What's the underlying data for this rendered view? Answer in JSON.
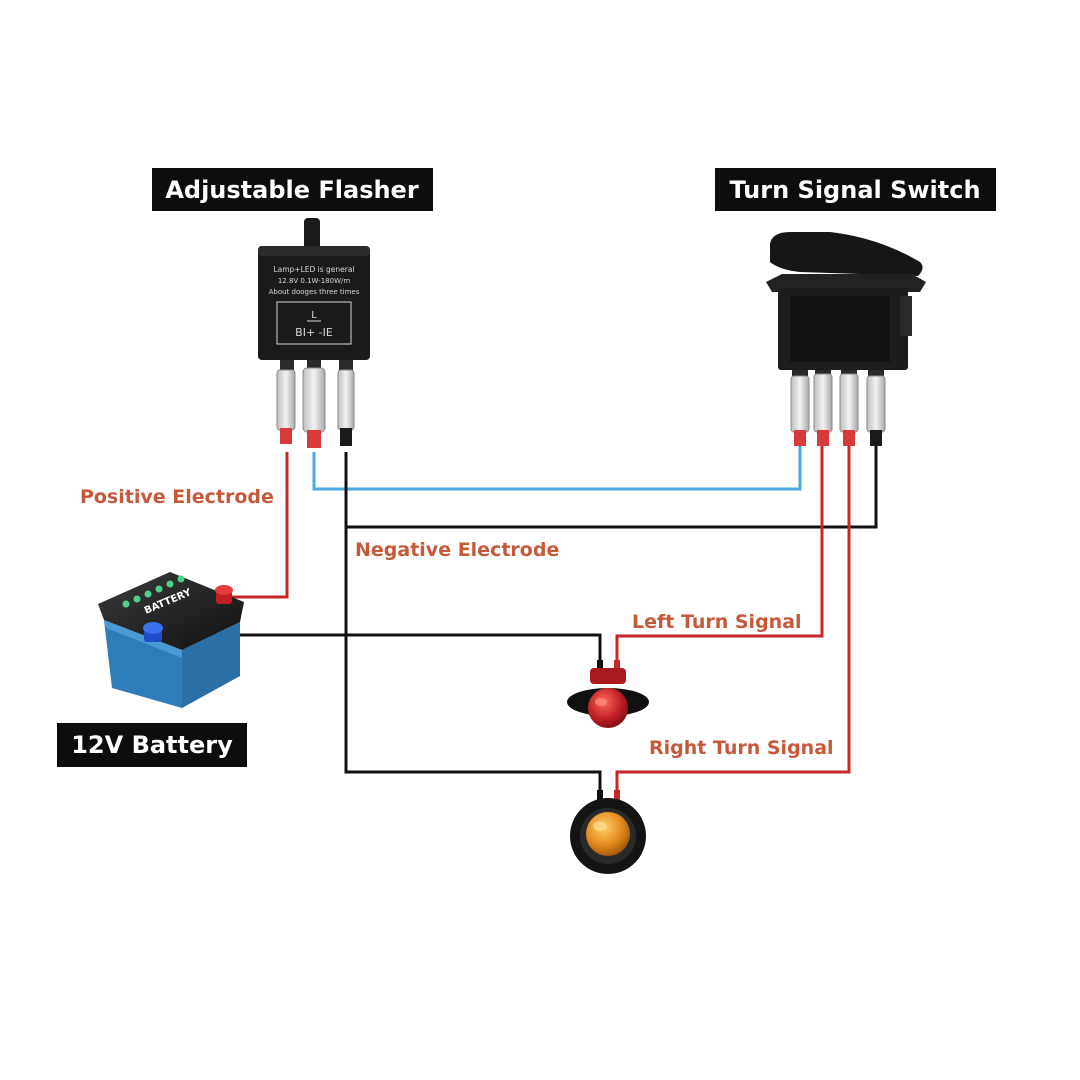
{
  "titles": {
    "flasher": "Adjustable Flasher",
    "switch": "Turn Signal Switch",
    "battery": "12V Battery"
  },
  "labels": {
    "positive": "Positive Electrode",
    "negative": "Negative Electrode",
    "left": "Left Turn Signal",
    "right": "Right Turn Signal"
  },
  "flasher_text": {
    "line1": "Lamp+LED is general",
    "line2": "12.8V 0.1W-180W/m",
    "line3": "About dooges three times",
    "ground_symbol": "L",
    "terminals": "BI+   -IE"
  },
  "battery_text": "BATTERY",
  "colors": {
    "label_text": "#c6593a",
    "title_bg": "#0d0d0d",
    "title_text": "#ffffff",
    "wire_red": "#c62828",
    "wire_blue": "#4aa8e0",
    "wire_black": "#111111",
    "battery_body": "#3a8fc8",
    "lamp_red": "#c21f24",
    "lamp_amber": "#e28a1c"
  }
}
